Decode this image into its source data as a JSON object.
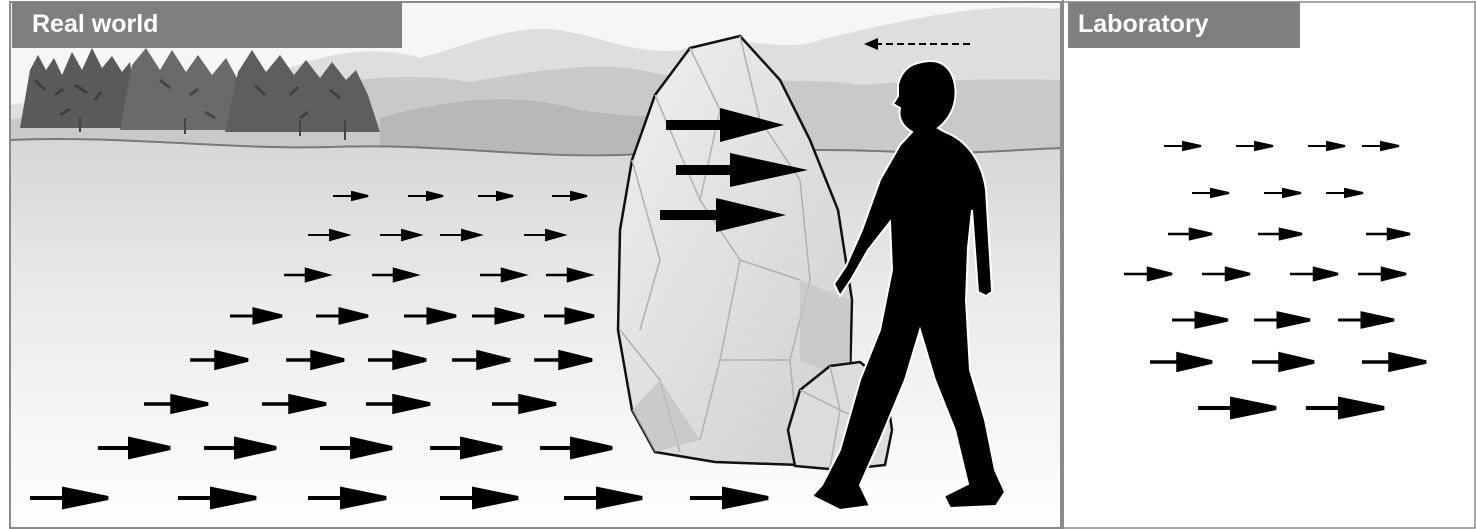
{
  "panels": {
    "left": {
      "title": "Real world"
    },
    "right": {
      "title": "Laboratory"
    }
  },
  "colors": {
    "label_background": "#7f7f7f",
    "label_text": "#ffffff",
    "silhouette": "#000000",
    "boulder": "#e2e2e2",
    "sky": "#f2f2f2",
    "ground": "#dcdcdc",
    "frame": "#8a8a8a"
  },
  "icons": {
    "flow_arrow": "right-arrow-icon",
    "observer_motion": "dashed-left-arrow-icon",
    "observer": "walking-person-silhouette",
    "trees": "pine-tree-row",
    "landmark": "standing-stone-boulder"
  }
}
